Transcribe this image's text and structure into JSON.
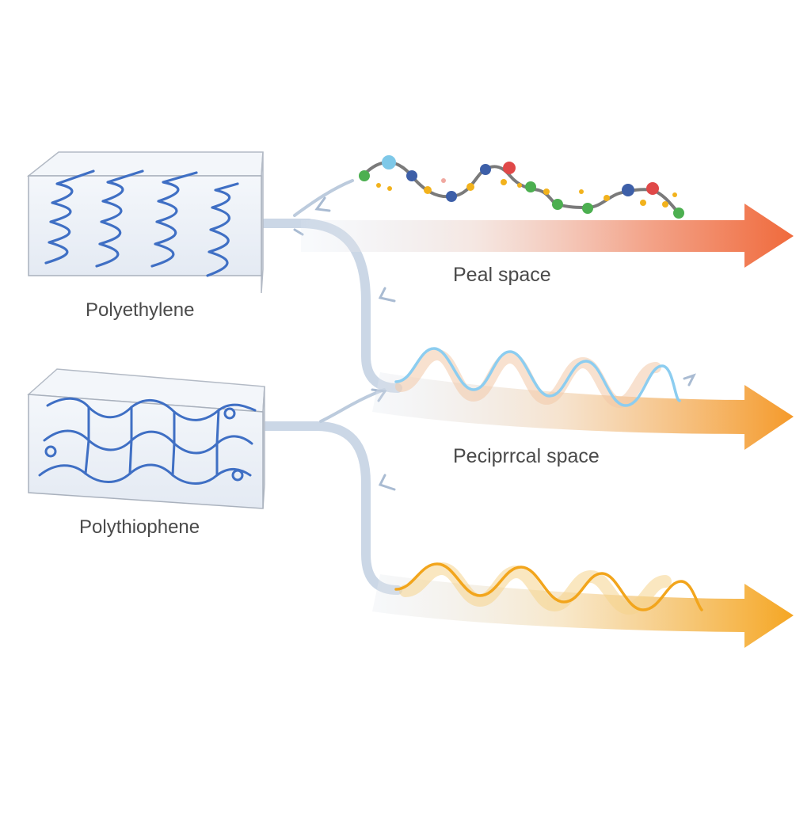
{
  "materials": [
    {
      "name": "Polyethylene"
    },
    {
      "name": "Polythiophene"
    }
  ],
  "spaces": [
    {
      "label": "Peal space"
    },
    {
      "label": "Peciprrcal space"
    }
  ],
  "colors": {
    "chain_blue": "#3f6fc4",
    "box_fill": "#eef2f8",
    "box_edge": "#a9b1bd",
    "connector": "#c9d6e6",
    "arrow_red": "#f06a3c",
    "arrow_orange": "#f59a2a",
    "arrow_amber": "#f5a623",
    "wave_blue": "#8ccdf0",
    "wave_orange": "#f2a51c",
    "chain_gray": "#777777"
  },
  "icons": [
    "polymer-chain-icon",
    "sine-wave-icon",
    "arrow-right-icon"
  ]
}
